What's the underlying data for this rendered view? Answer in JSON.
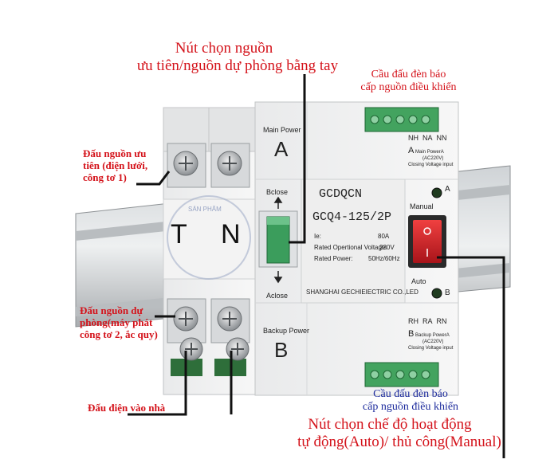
{
  "annotations": {
    "manual_source_button": [
      "Nút chọn nguồn",
      "ưu tiên/nguồn dự phòng bằng tay"
    ],
    "top_control_terminal": [
      "Cầu đấu đèn báo",
      "cấp nguồn điều khiển"
    ],
    "priority_source": [
      "Đấu nguồn ưu",
      "tiên (điện lưới,",
      "công tơ 1)"
    ],
    "backup_source": [
      "Đấu nguồn dự",
      "phòng(máy phát",
      "công tơ 2, ắc quy)"
    ],
    "house_output": "Đấu điện vào nhà",
    "bottom_control_terminal": [
      "Cầu đấu đèn báo",
      "cấp nguồn điều khiển"
    ],
    "mode_switch": [
      "Nút chọn chế độ hoạt động",
      "tự động(Auto)/ thủ công(Manual)"
    ]
  },
  "device": {
    "main_power": "Main Power",
    "letter_a": "A",
    "backup_power": "Backup Power",
    "letter_b": "B",
    "bclose": "Bclose",
    "aclose": "Aclose",
    "brand": "GCDQCN",
    "model": "GCQ4-125/2P",
    "ie_label": "Ie:",
    "ie_value": "80A",
    "voltage_label": "Rated Opertional Voltage:",
    "voltage_value": "230V",
    "rated_power_label": "Rated Power:",
    "rated_power_value": "50Hz/60Hz",
    "maker": "SHANGHAI GECHIEIECTRIC CO.,LED",
    "manual": "Manual",
    "auto": "Auto",
    "indicator_a": "A",
    "indicator_b": "B",
    "terminal_top": [
      "NH",
      "NA",
      "NN"
    ],
    "terminal_top_sub": [
      "A",
      "Main PowerA",
      "(AC220V)",
      "Closing",
      "Voltage input"
    ],
    "terminal_bottom": [
      "RH",
      "RA",
      "RN"
    ],
    "terminal_bottom_sub": [
      "B",
      "Backup PowerA",
      "(AC220V)",
      "Closing",
      "Voltage input"
    ],
    "pole_t": "T",
    "pole_n": "N",
    "watermark": "SẢN PHẨM"
  }
}
